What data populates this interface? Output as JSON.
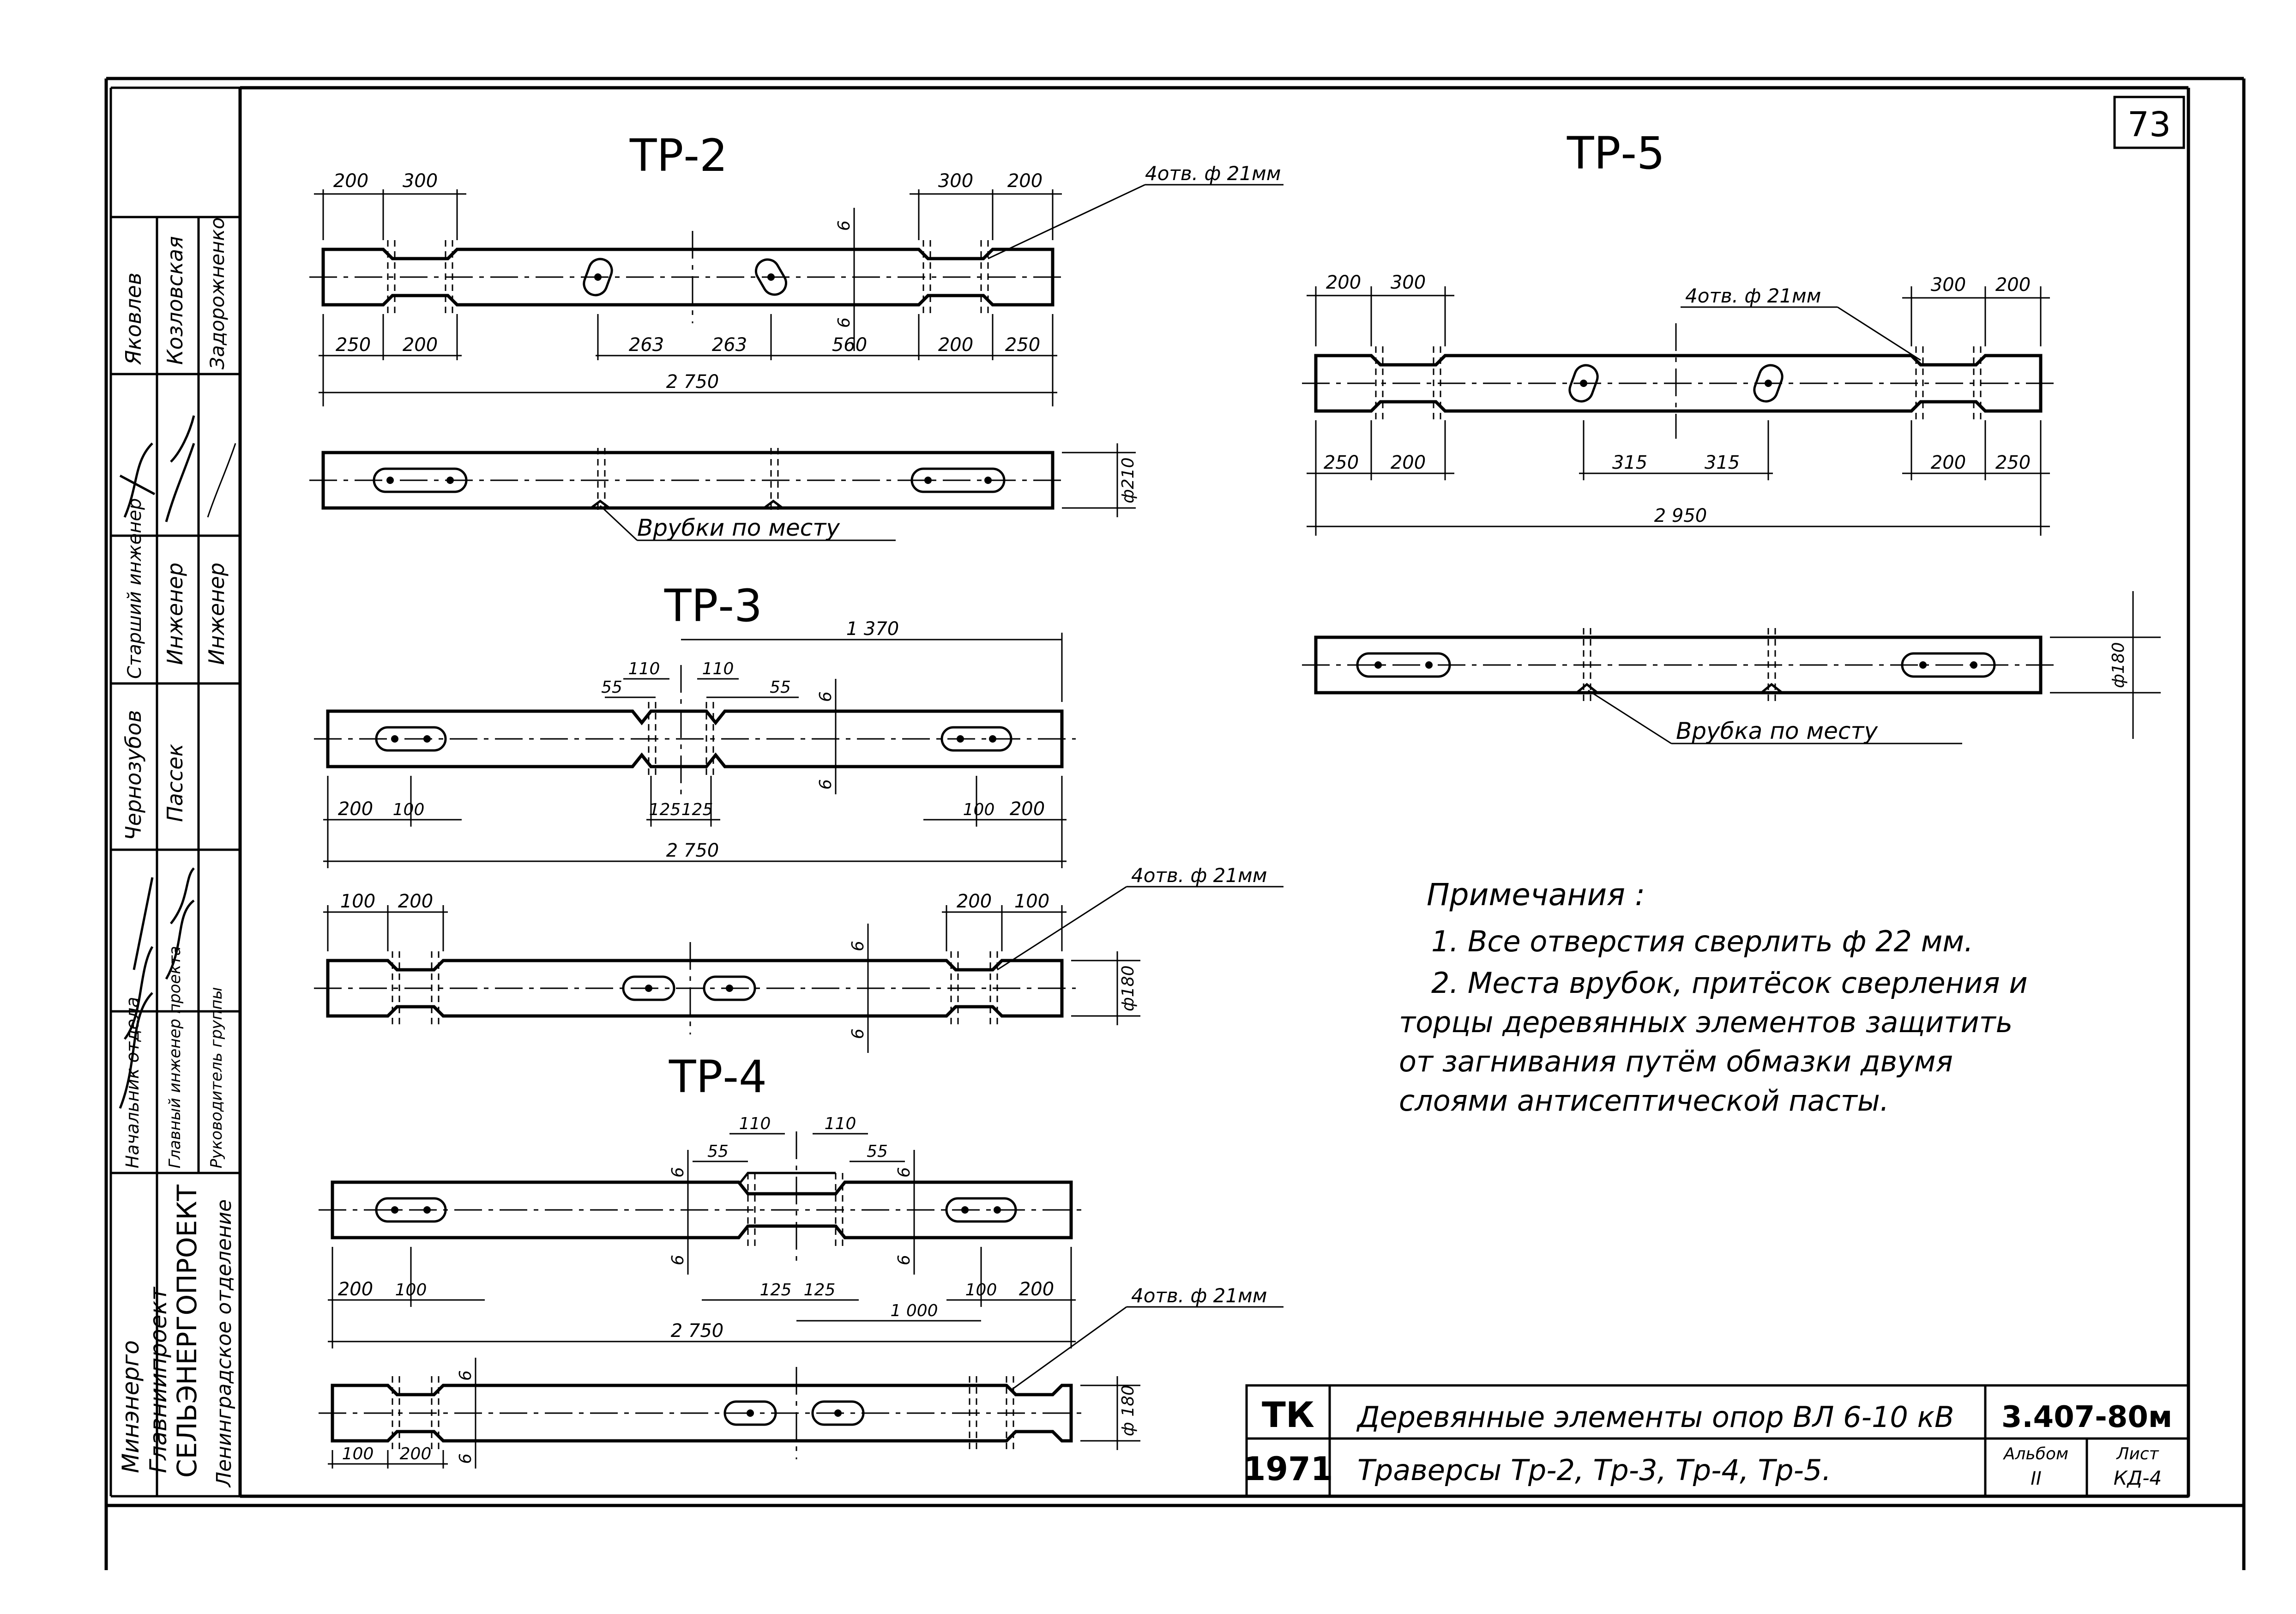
{
  "sheet": {
    "page_number": "73",
    "drawings": {
      "tr2": {
        "title": "ТР-2"
      },
      "tr3": {
        "title": "ТР-3"
      },
      "tr4": {
        "title": "ТР-4"
      },
      "tr5": {
        "title": "ТР-5"
      }
    },
    "hole_callout": "4отв. ф 21мм",
    "notches_label_plural": "Врубки по месту",
    "notch_label_single": "Врубка по месту",
    "dims": {
      "d200": "200",
      "d300": "300",
      "d250": "250",
      "d263": "263",
      "d560": "560",
      "d2750": "2 750",
      "d2950": "2 950",
      "d315": "315",
      "d1370": "1 370",
      "d110": "110",
      "d55": "55",
      "d125": "125",
      "d100": "100",
      "d1000": "1 000",
      "d6": "6",
      "phi210": "ф210",
      "phi180": "ф180",
      "phi180s": "ф 180"
    },
    "notes": {
      "heading": "Примечания :",
      "line1": "1. Все отверстия сверлить ф 22 мм.",
      "line2": "2. Места врубок, притёсок сверления и",
      "line3": "торцы деревянных элементов защитить",
      "line4": "от загнивания путём обмазки двумя",
      "line5": "слоями антисептической пасты."
    },
    "stamp": {
      "org_code": "ТК",
      "year": "1971",
      "title_line1": "Деревянные элементы опор ВЛ 6-10 кВ",
      "title_line2": "Траверсы Тр-2, Тр-3, Тр-4, Тр-5.",
      "doc_number": "3.407-80м",
      "album_label": "Альбом",
      "album_value": "II",
      "sheet_label": "Лист",
      "sheet_value": "КД-4"
    },
    "side_stamp": {
      "org1": "Минэнерго",
      "org2": "Главниипроект",
      "org3": "СЕЛЬЭНЕРГОПРОЕКТ",
      "org4": "Ленинградское отделение",
      "role1": "Начальник отдела",
      "role2": "Главный инженер проекта",
      "role3": "Руководитель группы",
      "name1": "Чернозубов",
      "role4": "Старший инженер",
      "name2": "Яковлев",
      "name3": "Пассек",
      "role5": "Инженер",
      "name4": "Козловская",
      "role6": "Инженер",
      "name5": "Задорожненко"
    }
  }
}
